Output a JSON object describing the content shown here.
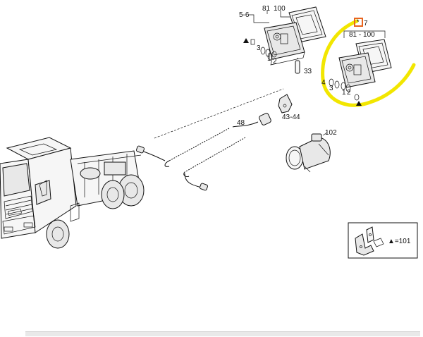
{
  "labels": {
    "top_group": "5-6",
    "top_part_a": "81",
    "top_part_b": "100",
    "screw_3_top": "3",
    "screw_1_top": "1",
    "screw_2_top": "2",
    "bulb_33": "33",
    "bracket_43_44": "43-44",
    "cable_48": "48",
    "plug_102": "102",
    "right_ref_7": "7",
    "right_part_range": "81 - 100",
    "right_4": "4",
    "right_3": "3",
    "right_1": "1",
    "right_2": "2",
    "inset_ref": "▲=101"
  },
  "colors": {
    "highlight": "#f2e600",
    "marker": "#e8641e"
  }
}
